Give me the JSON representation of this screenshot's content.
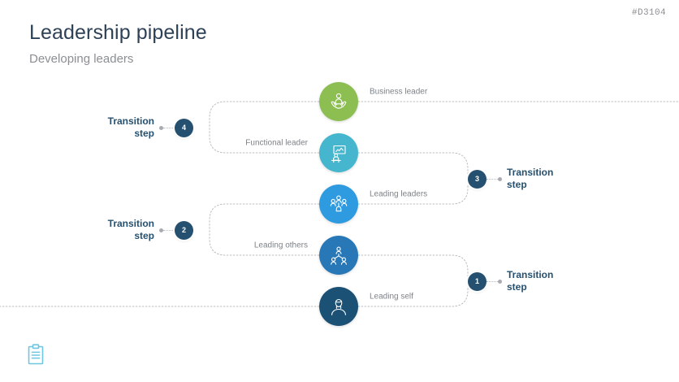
{
  "header": {
    "title": "Leadership pipeline",
    "subtitle": "Developing leaders",
    "slide_code": "#D3104"
  },
  "colors": {
    "title": "#2e4257",
    "subtitle": "#8b8f93",
    "step_marker": "#26506f",
    "connector": "#b9bcbf",
    "footer_icon": "#6ec6e0",
    "business_leader": "#8cbe52",
    "functional_leader": "#45b6ce",
    "leading_leaders": "#2e9be0",
    "leading_others": "#2878b8",
    "leading_self": "#1b5175"
  },
  "diagram": {
    "type": "pipeline",
    "roles": [
      {
        "id": "business-leader",
        "label": "Business leader",
        "color": "#8cbe52",
        "icon": "person-in-hands-icon",
        "label_side": "right"
      },
      {
        "id": "functional-leader",
        "label": "Functional leader",
        "color": "#45b6ce",
        "icon": "presentation-icon",
        "label_side": "left"
      },
      {
        "id": "leading-leaders",
        "label": "Leading leaders",
        "color": "#2e9be0",
        "icon": "team-group-icon",
        "label_side": "right"
      },
      {
        "id": "leading-others",
        "label": "Leading others",
        "color": "#2878b8",
        "icon": "org-chart-icon",
        "label_side": "left"
      },
      {
        "id": "leading-self",
        "label": "Leading self",
        "color": "#1b5175",
        "icon": "single-person-icon",
        "label_side": "right"
      }
    ],
    "steps": [
      {
        "id": "step-4",
        "number": "4",
        "label_line1": "Transition",
        "label_line2": "step",
        "side": "left"
      },
      {
        "id": "step-3",
        "number": "3",
        "label_line1": "Transition",
        "label_line2": "step",
        "side": "right"
      },
      {
        "id": "step-2",
        "number": "2",
        "label_line1": "Transition",
        "label_line2": "step",
        "side": "left"
      },
      {
        "id": "step-1",
        "number": "1",
        "label_line1": "Transition",
        "label_line2": "step",
        "side": "right"
      }
    ]
  },
  "footer": {
    "icon": "clipboard-icon"
  }
}
